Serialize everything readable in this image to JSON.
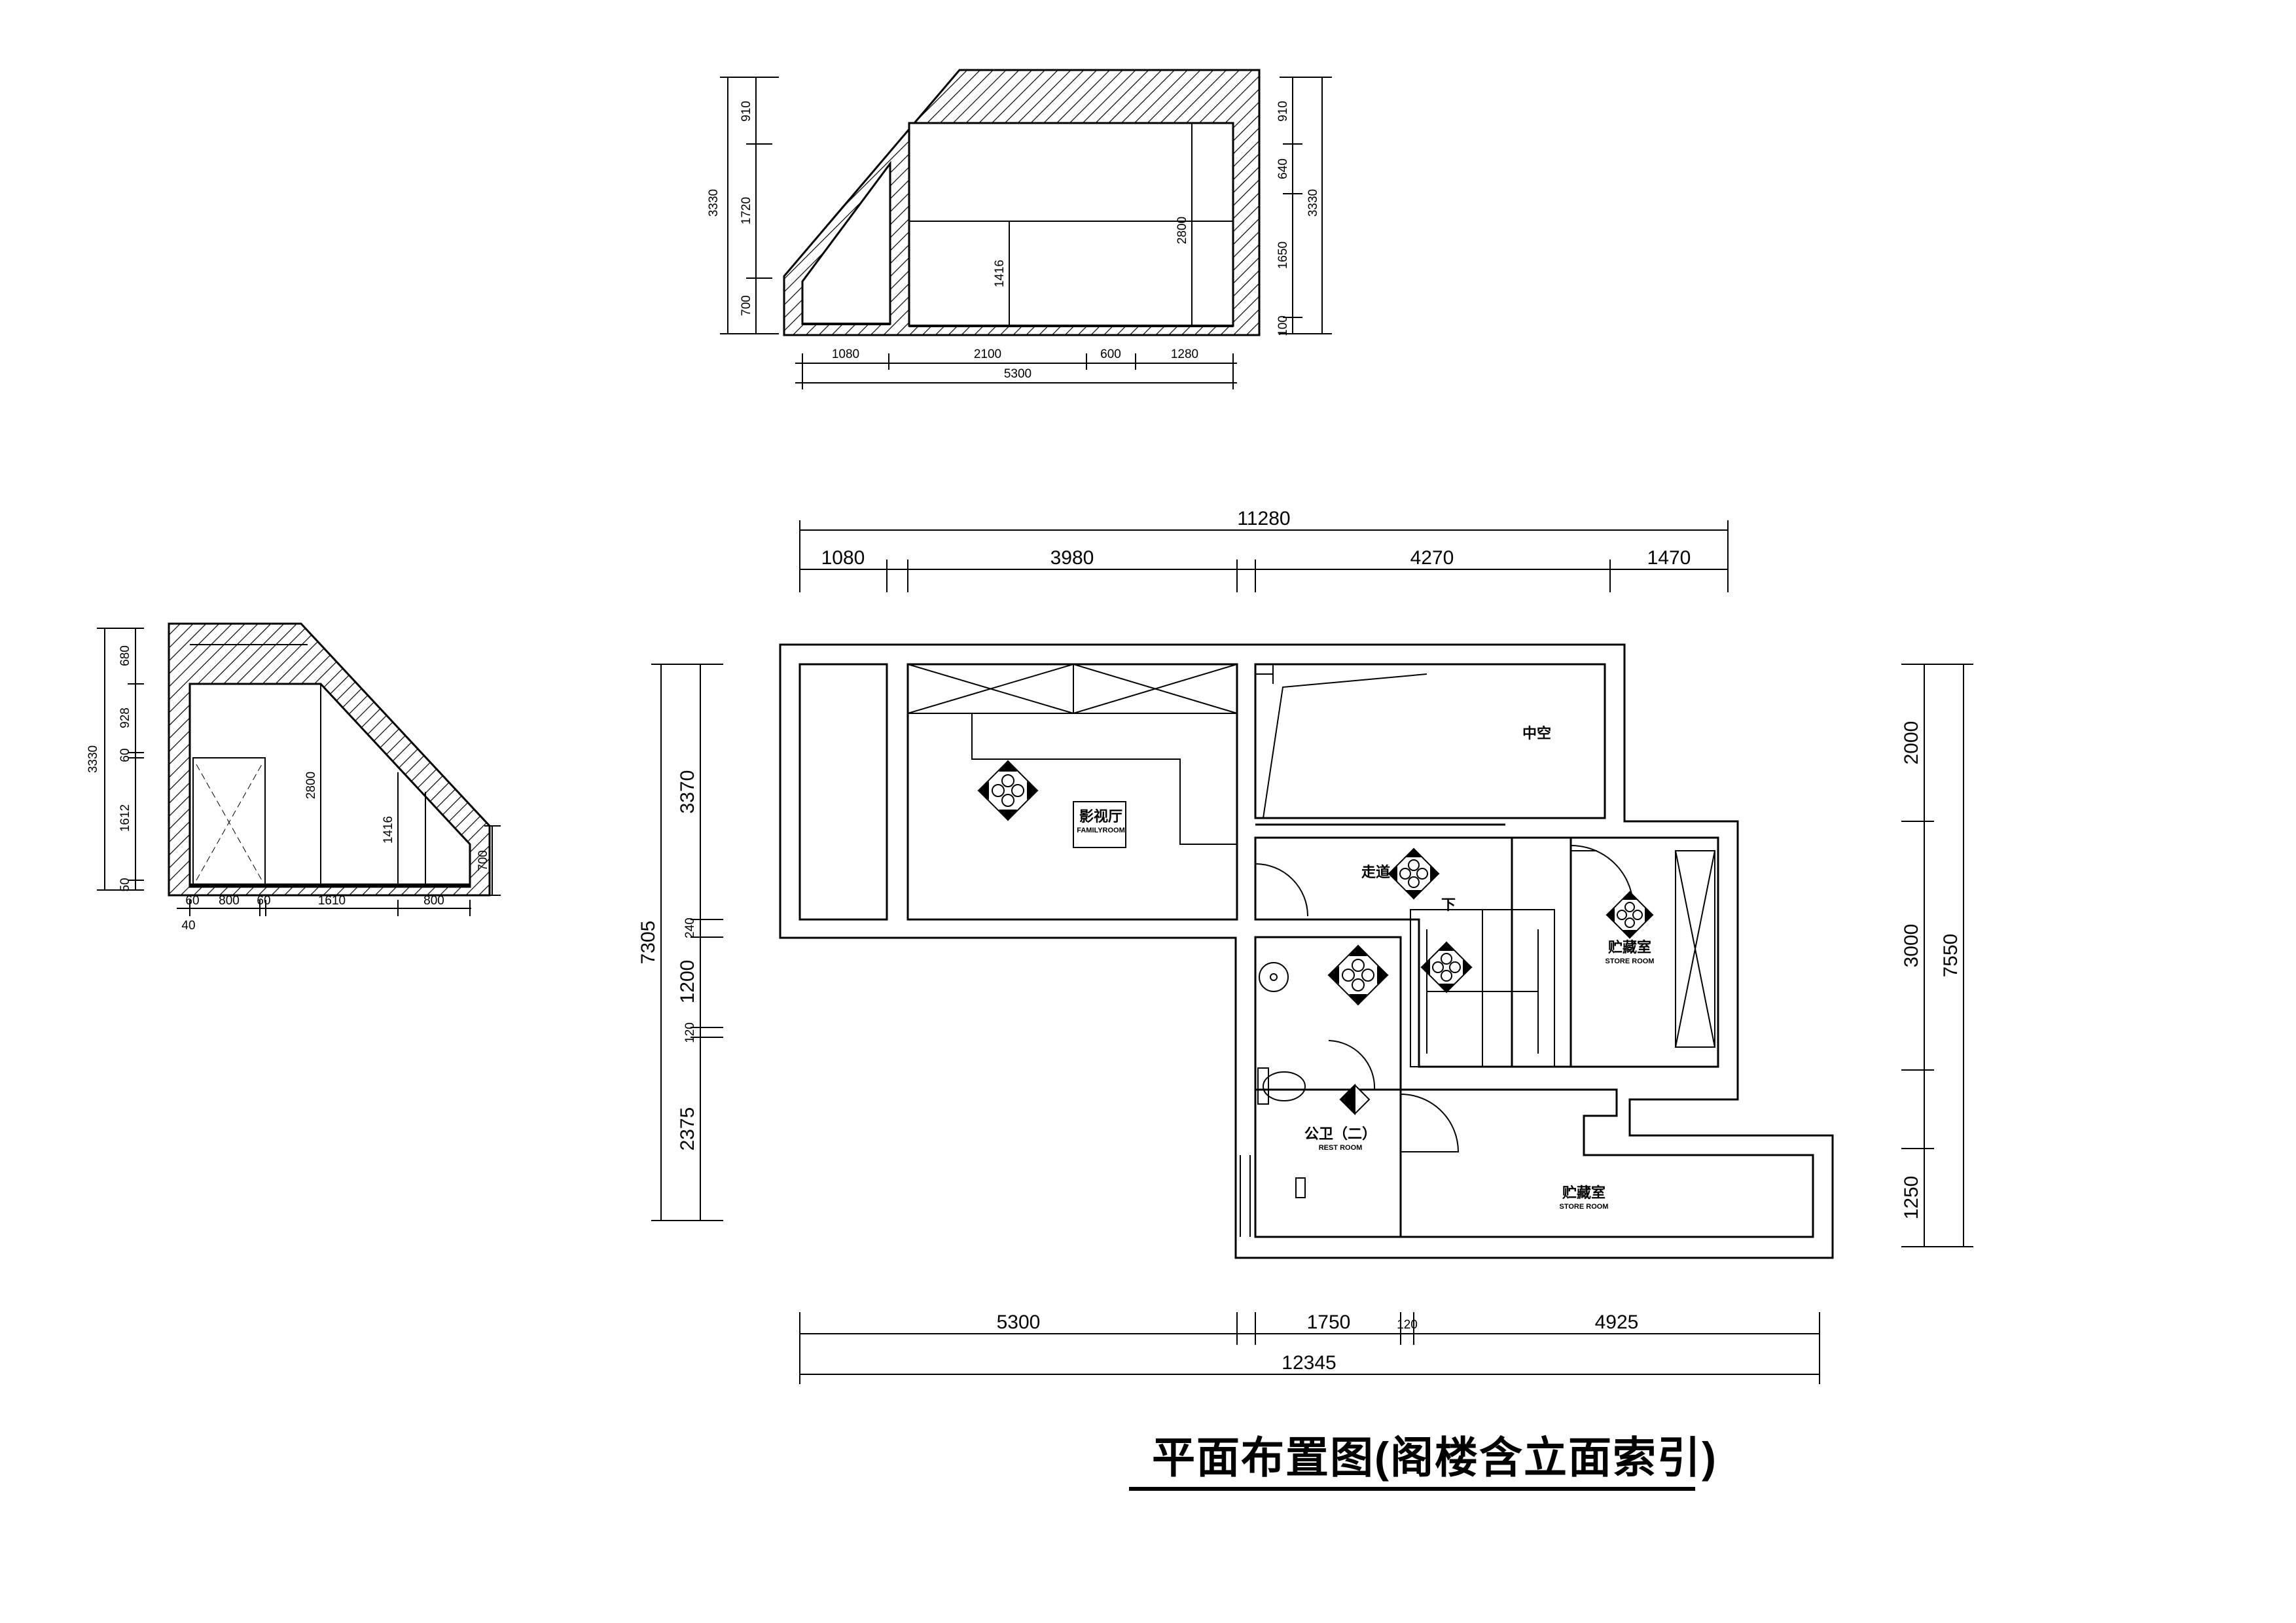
{
  "plan": {
    "title": "平面布置图(阁楼含立面索引)",
    "rooms": {
      "family_room_cn": "影视厅",
      "family_room_en": "FAMILYROOM",
      "void_cn": "中空",
      "corridor_cn": "走道",
      "down_cn": "下",
      "store_cn": "贮藏室",
      "store_en": "STORE ROOM",
      "restroom_cn": "公卫（二）",
      "restroom_en": "REST ROOM",
      "store2_cn": "贮藏室",
      "store2_en": "STORE ROOM"
    },
    "top_dims": {
      "total": "11280",
      "d1": "1080",
      "d2": "3980",
      "d3": "4270",
      "d4": "1470"
    },
    "bottom_dims": {
      "d1": "5300",
      "d2": "1750",
      "d3": "120",
      "d4": "4925",
      "total": "12345"
    },
    "left_dims": {
      "total": "7305",
      "d1": "3370",
      "d2": "240",
      "d3": "1200",
      "d4": "120",
      "d5": "2375"
    },
    "right_dims": {
      "total": "7550",
      "d1": "2000",
      "d2": "3000",
      "d3": "1250"
    }
  },
  "elevation_a": {
    "left_dims": {
      "total": "3330",
      "d1": "910",
      "d2": "1720",
      "d3": "700"
    },
    "right_dims": {
      "total": "3330",
      "d1": "910",
      "d2": "640",
      "d3": "1650",
      "d4": "100"
    },
    "inner": {
      "h1": "1416",
      "h2": "2800"
    },
    "bottom_dims": {
      "d1": "1080",
      "d2": "2100",
      "d3": "600",
      "d4": "1280",
      "total": "5300"
    }
  },
  "elevation_b": {
    "left_dims": {
      "total": "3330",
      "d1": "680",
      "d2": "928",
      "d3": "60",
      "d4": "1612",
      "d5": "50"
    },
    "right_dim": "700",
    "inner": {
      "h1": "2800",
      "h2": "1416"
    },
    "bottom_dims": {
      "d1": "60",
      "d2": "800",
      "d3": "60",
      "d4": "1610",
      "d5": "800",
      "d6": "40"
    }
  }
}
